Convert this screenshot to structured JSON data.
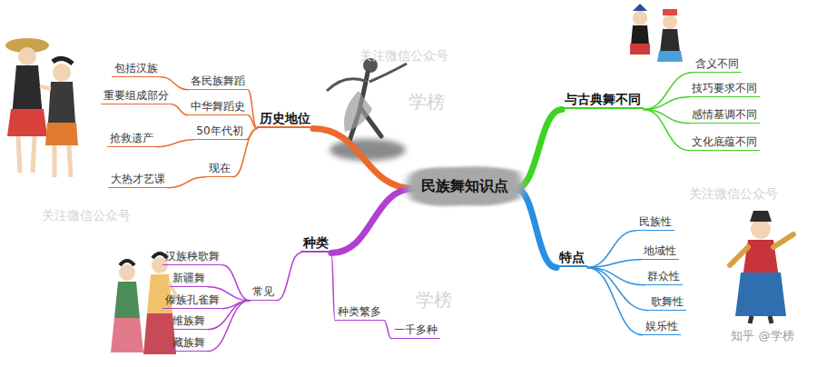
{
  "diagram": {
    "nodes": [
      {
        "text": [
          "民族舞知识点"
        ]
      },
      {
        "text": [
          "历史地位"
        ]
      },
      {
        "text": [
          "各民族舞蹈"
        ]
      },
      {
        "text": [
          "包括汉族"
        ]
      },
      {
        "text": [
          "中华舞蹈史"
        ]
      },
      {
        "text": [
          "重要组成部分"
        ]
      },
      {
        "text": [
          "50年代初"
        ]
      },
      {
        "text": [
          "抢救遗产"
        ]
      },
      {
        "text": [
          "现在"
        ]
      },
      {
        "text": [
          "大热才艺课"
        ]
      },
      {
        "text": [
          "与古典舞不同"
        ]
      },
      {
        "text": [
          "含义不同"
        ]
      },
      {
        "text": [
          "技巧要求不同"
        ]
      },
      {
        "text": [
          "感情基调不同"
        ]
      },
      {
        "text": [
          "文化底蕴不同"
        ]
      },
      {
        "text": [
          "特点"
        ]
      },
      {
        "text": [
          "民族性"
        ]
      },
      {
        "text": [
          "地域性"
        ]
      },
      {
        "text": [
          "群众性"
        ]
      },
      {
        "text": [
          "歌舞性"
        ]
      },
      {
        "text": [
          "娱乐性"
        ]
      },
      {
        "text": [
          "种类"
        ]
      },
      {
        "text": [
          "常见"
        ]
      },
      {
        "text": [
          "汉族秧歌舞"
        ]
      },
      {
        "text": [
          "新疆舞"
        ]
      },
      {
        "text": [
          "傣族孔雀舞"
        ]
      },
      {
        "text": [
          "维族舞"
        ]
      },
      {
        "text": [
          "藏族舞"
        ]
      },
      {
        "text": [
          "种类繁多"
        ]
      },
      {
        "text": [
          "一千多种"
        ]
      }
    ],
    "edges": [
      {
        "from": 0,
        "to": 1,
        "arrow": "none"
      },
      {
        "from": 1,
        "to": 2,
        "arrow": "none"
      },
      {
        "from": 2,
        "to": 3,
        "arrow": "none"
      },
      {
        "from": 1,
        "to": 4,
        "arrow": "none"
      },
      {
        "from": 4,
        "to": 5,
        "arrow": "none"
      },
      {
        "from": 1,
        "to": 6,
        "arrow": "none"
      },
      {
        "from": 6,
        "to": 7,
        "arrow": "none"
      },
      {
        "from": 1,
        "to": 8,
        "arrow": "none"
      },
      {
        "from": 8,
        "to": 9,
        "arrow": "none"
      },
      {
        "from": 0,
        "to": 10,
        "arrow": "none"
      },
      {
        "from": 10,
        "to": 11,
        "arrow": "none"
      },
      {
        "from": 10,
        "to": 12,
        "arrow": "none"
      },
      {
        "from": 10,
        "to": 13,
        "arrow": "none"
      },
      {
        "from": 10,
        "to": 14,
        "arrow": "none"
      },
      {
        "from": 0,
        "to": 15,
        "arrow": "none"
      },
      {
        "from": 15,
        "to": 16,
        "arrow": "none"
      },
      {
        "from": 15,
        "to": 17,
        "arrow": "none"
      },
      {
        "from": 15,
        "to": 18,
        "arrow": "none"
      },
      {
        "from": 15,
        "to": 19,
        "arrow": "none"
      },
      {
        "from": 15,
        "to": 20,
        "arrow": "none"
      },
      {
        "from": 0,
        "to": 21,
        "arrow": "none"
      },
      {
        "from": 21,
        "to": 22,
        "arrow": "none"
      },
      {
        "from": 22,
        "to": 23,
        "arrow": "none"
      },
      {
        "from": 22,
        "to": 24,
        "arrow": "none"
      },
      {
        "from": 22,
        "to": 25,
        "arrow": "none"
      },
      {
        "from": 22,
        "to": 26,
        "arrow": "none"
      },
      {
        "from": 22,
        "to": 27,
        "arrow": "none"
      },
      {
        "from": 21,
        "to": 28,
        "arrow": "none"
      },
      {
        "from": 28,
        "to": 29,
        "arrow": "none"
      }
    ],
    "labels": [
      "关注微信公众号",
      "关注微信公众号",
      "关注微信公众号",
      "学榜",
      "学榜",
      "知乎 @学榜"
    ]
  }
}
